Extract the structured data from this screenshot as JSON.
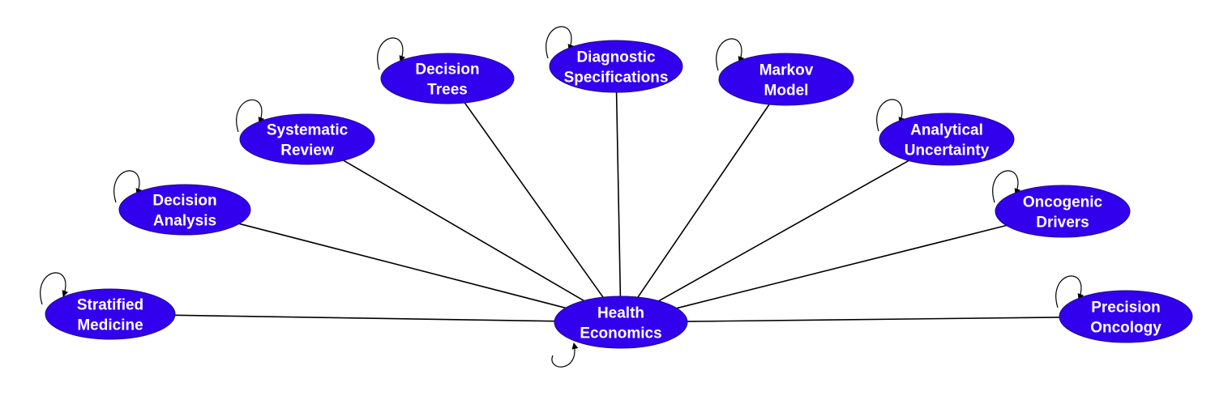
{
  "diagram": {
    "colors": {
      "node_fill": "#3300ee",
      "node_text": "#ffffff",
      "edge": "#000000"
    },
    "hub": "health-economics",
    "nodes": [
      {
        "id": "health-economics",
        "lines": [
          "Health",
          "Economics"
        ]
      },
      {
        "id": "stratified-medicine",
        "lines": [
          "Stratified",
          "Medicine"
        ]
      },
      {
        "id": "decision-analysis",
        "lines": [
          "Decision",
          "Analysis"
        ]
      },
      {
        "id": "systematic-review",
        "lines": [
          "Systematic",
          "Review"
        ]
      },
      {
        "id": "decision-trees",
        "lines": [
          "Decision",
          "Trees"
        ]
      },
      {
        "id": "diagnostic-specifications",
        "lines": [
          "Diagnostic",
          "Specifications"
        ]
      },
      {
        "id": "markov-model",
        "lines": [
          "Markov",
          "Model"
        ]
      },
      {
        "id": "analytical-uncertainty",
        "lines": [
          "Analytical",
          "Uncertainty"
        ]
      },
      {
        "id": "oncogenic-drivers",
        "lines": [
          "Oncogenic",
          "Drivers"
        ]
      },
      {
        "id": "precision-oncology",
        "lines": [
          "Precision",
          "Oncology"
        ]
      }
    ],
    "edges": [
      {
        "from": "health-economics",
        "to": "stratified-medicine"
      },
      {
        "from": "health-economics",
        "to": "decision-analysis"
      },
      {
        "from": "health-economics",
        "to": "systematic-review"
      },
      {
        "from": "health-economics",
        "to": "decision-trees"
      },
      {
        "from": "health-economics",
        "to": "diagnostic-specifications"
      },
      {
        "from": "health-economics",
        "to": "markov-model"
      },
      {
        "from": "health-economics",
        "to": "analytical-uncertainty"
      },
      {
        "from": "health-economics",
        "to": "oncogenic-drivers"
      },
      {
        "from": "health-economics",
        "to": "precision-oncology"
      }
    ],
    "self_loops": [
      "health-economics",
      "stratified-medicine",
      "decision-analysis",
      "systematic-review",
      "decision-trees",
      "diagnostic-specifications",
      "markov-model",
      "analytical-uncertainty",
      "oncogenic-drivers",
      "precision-oncology"
    ]
  }
}
